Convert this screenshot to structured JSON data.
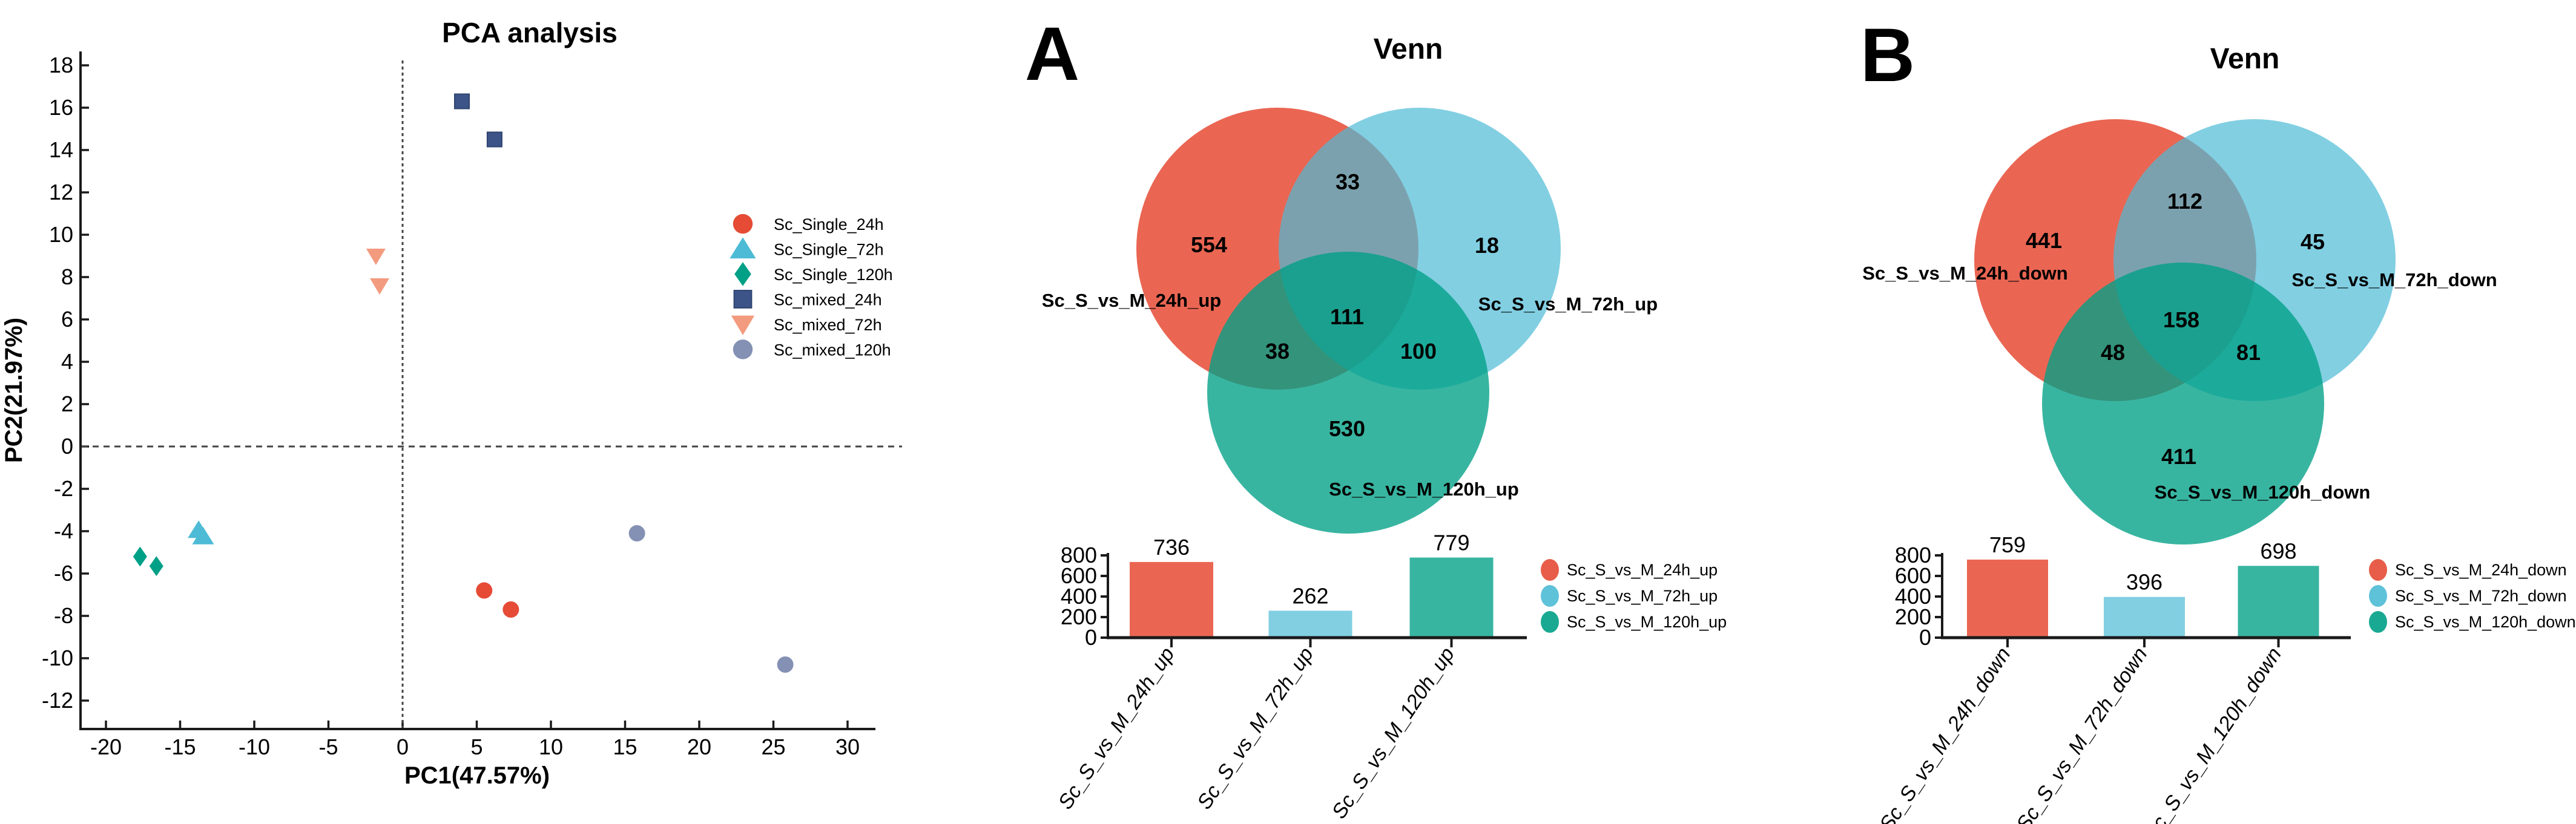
{
  "palette": {
    "red": "#E64B35",
    "light_blue": "#4DBBD5",
    "teal_green": "#00A087",
    "navy": "#3C5488",
    "salmon_pink": "#F39B7F",
    "gray_blue": "#8491B4",
    "axis_color": "#1a1a1a",
    "dash_color": "#444444"
  },
  "chart_data": [
    {
      "id": "pca",
      "type": "scatter",
      "title": "PCA analysis",
      "xlabel": "PC1(47.57%)",
      "ylabel": "PC2(21.97%)",
      "xlim": [
        -21.7,
        31.8
      ],
      "ylim": [
        -13.4,
        18.7
      ],
      "xticks": [
        -20,
        -15,
        -10,
        -5,
        0,
        5,
        10,
        15,
        20,
        25,
        30
      ],
      "yticks": [
        -12,
        -10,
        -8,
        -6,
        -4,
        -2,
        0,
        2,
        4,
        6,
        8,
        10,
        12,
        14,
        16,
        18
      ],
      "grid": false,
      "zero_lines": "dashed",
      "legend_position": "right-middle",
      "series": [
        {
          "name": "Sc_Single_24h",
          "marker": "circle",
          "color": "#E64B35",
          "points": [
            [
              5.5,
              -6.8
            ],
            [
              7.3,
              -7.7
            ]
          ]
        },
        {
          "name": "Sc_Single_72h",
          "marker": "triangle-up",
          "color": "#4DBBD5",
          "points": [
            [
              -13.75,
              -3.95
            ],
            [
              -13.45,
              -4.25
            ]
          ]
        },
        {
          "name": "Sc_Single_120h",
          "marker": "diamond",
          "color": "#00A087",
          "points": [
            [
              -17.7,
              -5.2
            ],
            [
              -16.6,
              -5.65
            ]
          ]
        },
        {
          "name": "Sc_mixed_24h",
          "marker": "square",
          "color": "#3C5488",
          "points": [
            [
              4.0,
              16.3
            ],
            [
              6.2,
              14.5
            ]
          ]
        },
        {
          "name": "Sc_mixed_72h",
          "marker": "triangle-down",
          "color": "#F39B7F",
          "points": [
            [
              -1.8,
              9.0
            ],
            [
              -1.55,
              7.6
            ]
          ]
        },
        {
          "name": "Sc_mixed_120h",
          "marker": "circle",
          "color": "#8491B4",
          "points": [
            [
              15.8,
              -4.1
            ],
            [
              25.8,
              -10.3
            ]
          ]
        }
      ]
    },
    {
      "id": "venn_up",
      "panel_letter": "A",
      "type": "venn3-with-bar",
      "title": "Venn",
      "sets": [
        {
          "name": "Sc_S_vs_M_24h_up",
          "color": "#E64B35",
          "total": 736
        },
        {
          "name": "Sc_S_vs_M_72h_up",
          "color": "#4DBBD5",
          "total": 262
        },
        {
          "name": "Sc_S_vs_M_120h_up",
          "color": "#00A087",
          "total": 779
        }
      ],
      "regions": {
        "only_24h": 554,
        "only_72h": 18,
        "only_120h": 530,
        "i_24_72": 33,
        "i_24_120": 38,
        "i_72_120": 100,
        "i_all": 111
      },
      "bar": {
        "values": [
          736,
          262,
          779
        ],
        "yticks": [
          0,
          200,
          400,
          600,
          800
        ],
        "ylim": [
          0,
          800
        ]
      }
    },
    {
      "id": "venn_down",
      "panel_letter": "B",
      "type": "venn3-with-bar",
      "title": "Venn",
      "sets": [
        {
          "name": "Sc_S_vs_M_24h_down",
          "color": "#E64B35",
          "total": 759
        },
        {
          "name": "Sc_S_vs_M_72h_down",
          "color": "#4DBBD5",
          "total": 396
        },
        {
          "name": "Sc_S_vs_M_120h_down",
          "color": "#00A087",
          "total": 698
        }
      ],
      "regions": {
        "only_24h": 441,
        "only_72h": 45,
        "only_120h": 411,
        "i_24_72": 112,
        "i_24_120": 48,
        "i_72_120": 81,
        "i_all": 158
      },
      "bar": {
        "values": [
          759,
          396,
          698
        ],
        "yticks": [
          0,
          200,
          400,
          600,
          800
        ],
        "ylim": [
          0,
          800
        ]
      }
    }
  ]
}
